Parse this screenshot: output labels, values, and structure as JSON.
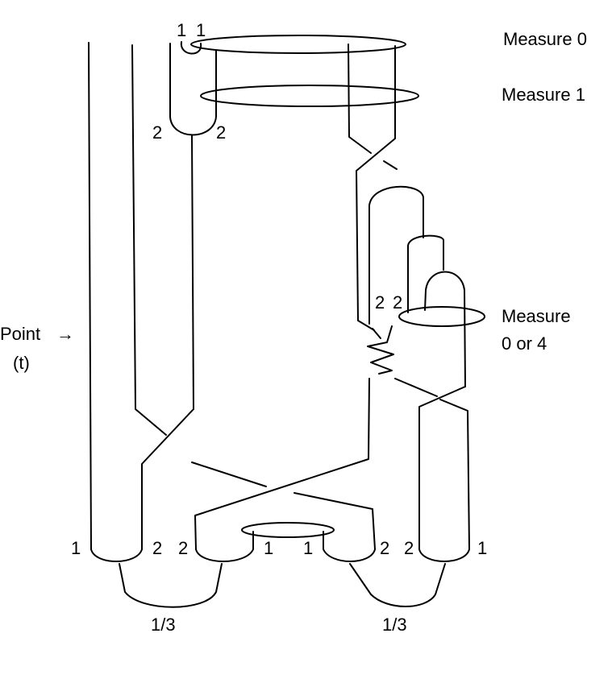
{
  "measures": {
    "top": "Measure 0",
    "second": "Measure 1",
    "right_line1": "Measure",
    "right_line2": "0 or 4"
  },
  "point": {
    "label": "Point",
    "arrow": "→",
    "variable": "(t)"
  },
  "top_labels": {
    "left": "1",
    "right": "1"
  },
  "cup_labels": {
    "left": "2",
    "right": "2"
  },
  "right_pair_labels": {
    "left": "2",
    "right": "2"
  },
  "bottom_labels": [
    "1",
    "2",
    "2",
    "1",
    "1",
    "2",
    "2",
    "1"
  ],
  "fractions": {
    "left": "1/3",
    "right": "1/3"
  }
}
